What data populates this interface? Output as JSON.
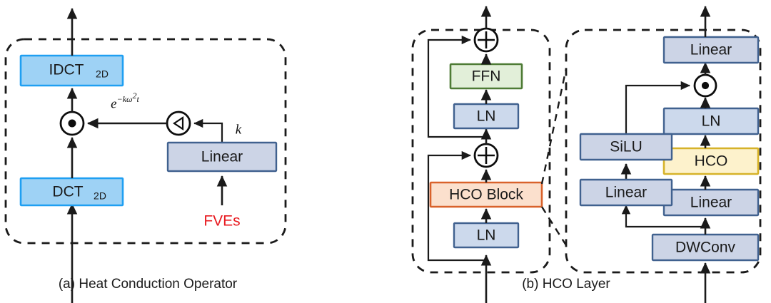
{
  "figure": {
    "title": "Heat Conduction Operator and HCO Layer architecture diagram",
    "background": "#ffffff"
  },
  "colors": {
    "dct_fill": "#9ed2f5",
    "dct_stroke": "#1f9ff2",
    "linear_fill": "#ccd4e6",
    "linear_stroke": "#40618f",
    "ln_fill": "#ccd9ec",
    "ln_stroke": "#40618f",
    "ffn_fill": "#e2efd9",
    "ffn_stroke": "#4e7b35",
    "hco_block_fill": "#fbe0cd",
    "hco_block_stroke": "#d9622b",
    "hco_fill": "#fdf2cc",
    "hco_stroke": "#d6b229",
    "accent_red": "#e8191f",
    "wire": "#1a1a1a",
    "panel_dash": "#1a1a1a"
  },
  "panel_a": {
    "caption": "(a) Heat Conduction Operator",
    "nodes": {
      "idct": {
        "label": "IDCT",
        "sub": "2D"
      },
      "dct": {
        "label": "DCT",
        "sub": "2D"
      },
      "linear": {
        "label": "Linear"
      },
      "multiply_op": {
        "glyph": "⊙",
        "name": "element-wise-product"
      },
      "exp_op": {
        "glyph": "◁",
        "name": "exponential-operator"
      }
    },
    "labels": {
      "kernel_formula_base": "e",
      "kernel_formula_exponent": "−kω",
      "kernel_formula_exponent_power": "2",
      "kernel_formula_exponent_tail": "t",
      "k_symbol": "k",
      "input_source": "FVEs"
    }
  },
  "panel_b": {
    "caption": "(b) HCO Layer",
    "left_block": {
      "name": "hco-layer-outer",
      "nodes": [
        {
          "id": "add-top",
          "label": "⊕",
          "type": "op",
          "name": "residual-add-top"
        },
        {
          "id": "ffn",
          "label": "FFN",
          "type": "box",
          "style": "ffn"
        },
        {
          "id": "ln-top",
          "label": "LN",
          "type": "box",
          "style": "ln"
        },
        {
          "id": "add-bottom",
          "label": "⊕",
          "type": "op",
          "name": "residual-add-bottom"
        },
        {
          "id": "hco-block",
          "label": "HCO Block",
          "type": "box",
          "style": "hco_block"
        },
        {
          "id": "ln-bottom",
          "label": "LN",
          "type": "box",
          "style": "ln"
        }
      ]
    },
    "right_block": {
      "name": "hco-block-detail",
      "main_branch": [
        {
          "id": "linear-out",
          "label": "Linear",
          "style": "linear"
        },
        {
          "id": "product",
          "label": "⊙",
          "type": "op",
          "name": "element-wise-product"
        },
        {
          "id": "ln-inner",
          "label": "LN",
          "style": "ln"
        },
        {
          "id": "hco",
          "label": "HCO",
          "style": "hco"
        },
        {
          "id": "linear-in",
          "label": "Linear",
          "style": "linear"
        },
        {
          "id": "dwconv",
          "label": "DWConv",
          "style": "linear"
        }
      ],
      "gate_branch": [
        {
          "id": "silu",
          "label": "SiLU",
          "style": "linear"
        },
        {
          "id": "linear-gate",
          "label": "Linear",
          "style": "linear"
        }
      ]
    }
  }
}
